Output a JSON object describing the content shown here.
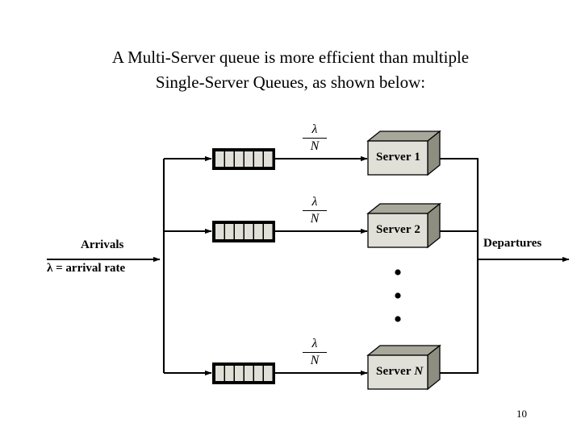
{
  "slide": {
    "title": "A Multi-Server queue is more efficient than multiple\nSingle-Server Queues, as shown below:",
    "page_number": "10"
  },
  "diagram": {
    "arrivals_label": "Arrivals",
    "arrival_rate_label": "λ = arrival rate",
    "departures_label": "Departures",
    "ellipsis_dots": 3,
    "queue_cells": 6,
    "split_numerator": "λ",
    "split_denominator": "N",
    "colors": {
      "line": "#000000",
      "queue_border": "#000000",
      "queue_cell_fill": "#e0e0d8",
      "server_face": "#e0e0d8",
      "server_top": "#a8a89a",
      "server_side": "#8d8d80",
      "server_outline": "#000000",
      "background": "#ffffff"
    },
    "rows": [
      {
        "id": "row-1",
        "server_label": "Server",
        "server_index": "1",
        "split_numerator": "λ",
        "split_denominator": "N"
      },
      {
        "id": "row-2",
        "server_label": "Server",
        "server_index": "2",
        "split_numerator": "λ",
        "split_denominator": "N"
      },
      {
        "id": "row-n",
        "server_label": "Server",
        "server_index": "N",
        "split_numerator": "λ",
        "split_denominator": "N"
      }
    ]
  }
}
